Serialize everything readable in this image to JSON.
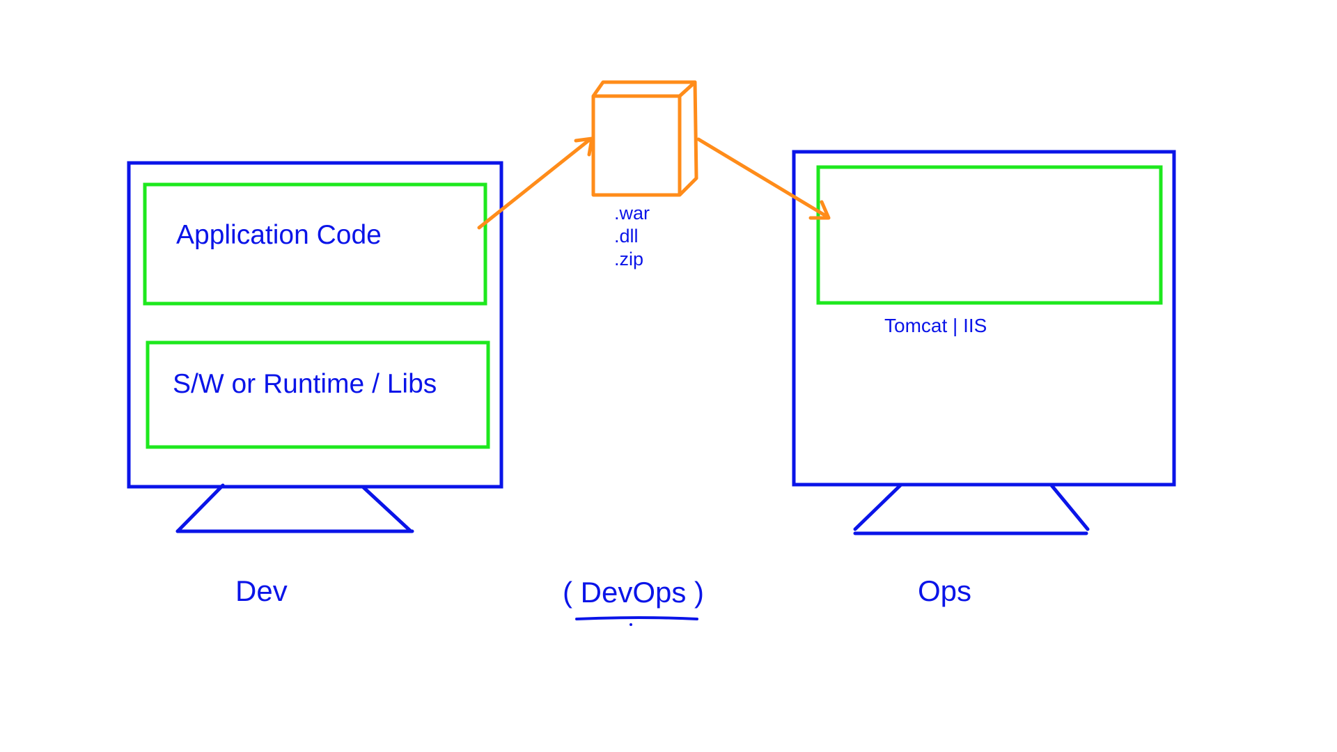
{
  "colors": {
    "monitor": "#0a14e8",
    "panel": "#1ee81e",
    "artifact": "#ff8c1a",
    "text": "#0a14e8"
  },
  "dev": {
    "label": "Dev",
    "app_panel_label": "Application Code",
    "runtime_panel_label": "S/W or Runtime / Libs"
  },
  "artifact": {
    "extensions": [
      ".war",
      ".dll",
      ".zip"
    ]
  },
  "ops": {
    "label": "Ops",
    "server_label": "Tomcat | IIS"
  },
  "devops": {
    "label": "( DevOps )"
  }
}
